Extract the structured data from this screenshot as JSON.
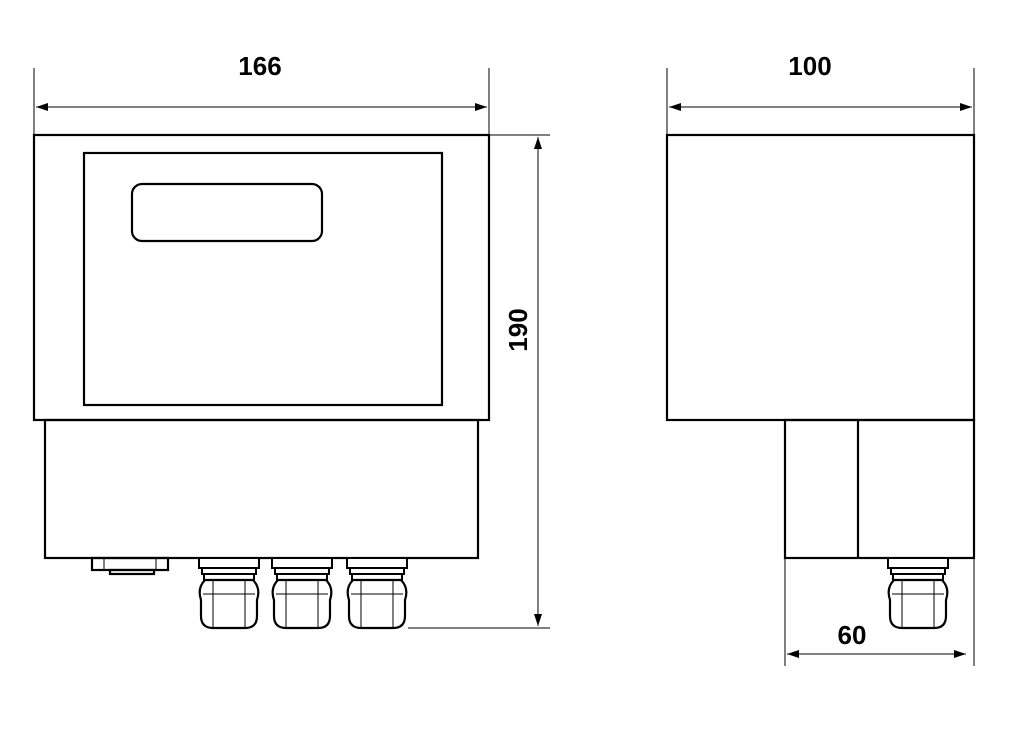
{
  "dimensions": {
    "front_width": "166",
    "side_width": "100",
    "height": "190",
    "lower_depth": "60"
  }
}
